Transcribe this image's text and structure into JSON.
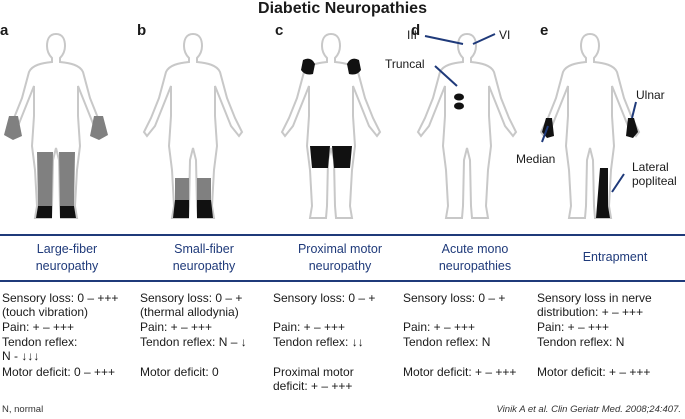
{
  "title": "Diabetic Neuropathies",
  "panels": [
    {
      "letter": "a",
      "heading": [
        "Large-fiber",
        "neuropathy"
      ]
    },
    {
      "letter": "b",
      "heading": [
        "Small-fiber",
        "neuropathy"
      ]
    },
    {
      "letter": "c",
      "heading": [
        "Proximal motor",
        "neuropathy"
      ]
    },
    {
      "letter": "d",
      "heading": [
        "Acute mono",
        "neuropathies"
      ]
    },
    {
      "letter": "e",
      "heading": [
        "Entrapment",
        ""
      ]
    }
  ],
  "annotations": {
    "d": {
      "left_nerve": "III",
      "right_nerve": "VI",
      "truncal": "Truncal"
    },
    "e": {
      "ulnar": "Ulnar",
      "median": "Median",
      "lateral": "Lateral",
      "popliteal": "popliteal"
    }
  },
  "rows": {
    "sensory": [
      [
        "Sensory loss: 0 – +++",
        "(touch vibration)"
      ],
      [
        "Sensory loss: 0 – +",
        "(thermal allodynia)"
      ],
      [
        "Sensory loss: 0 – +"
      ],
      [
        "Sensory loss: 0 – +"
      ],
      [
        "Sensory loss in nerve",
        "distribution: + – +++"
      ]
    ],
    "pain": [
      "Pain: + – +++",
      "Pain: + – +++",
      "Pain: + – +++",
      "Pain: + – +++",
      "Pain: + – +++"
    ],
    "tendon": [
      [
        "Tendon reflex:",
        "N - ↓↓↓"
      ],
      [
        "Tendon reflex: N – ↓"
      ],
      [
        "Tendon reflex: ↓↓"
      ],
      [
        "Tendon reflex: N"
      ],
      [
        "Tendon reflex: N"
      ]
    ],
    "motor": [
      [
        "Motor deficit: 0 – +++"
      ],
      [
        "Motor deficit: 0"
      ],
      [
        "Proximal motor",
        "deficit: + – +++"
      ],
      [
        "Motor deficit: + – +++"
      ],
      [
        "Motor deficit: + – +++"
      ]
    ]
  },
  "footer": {
    "left": "N, normal",
    "right": "Vinik A et al. Clin Geriatr Med. 2008;24:407."
  },
  "colors": {
    "rule": "#1f3a7a",
    "heading": "#1f3a7a",
    "body_fill": "#ffffff",
    "outline": "#c8c8c8",
    "gray_region": "#808080",
    "dark_region": "#111111"
  }
}
